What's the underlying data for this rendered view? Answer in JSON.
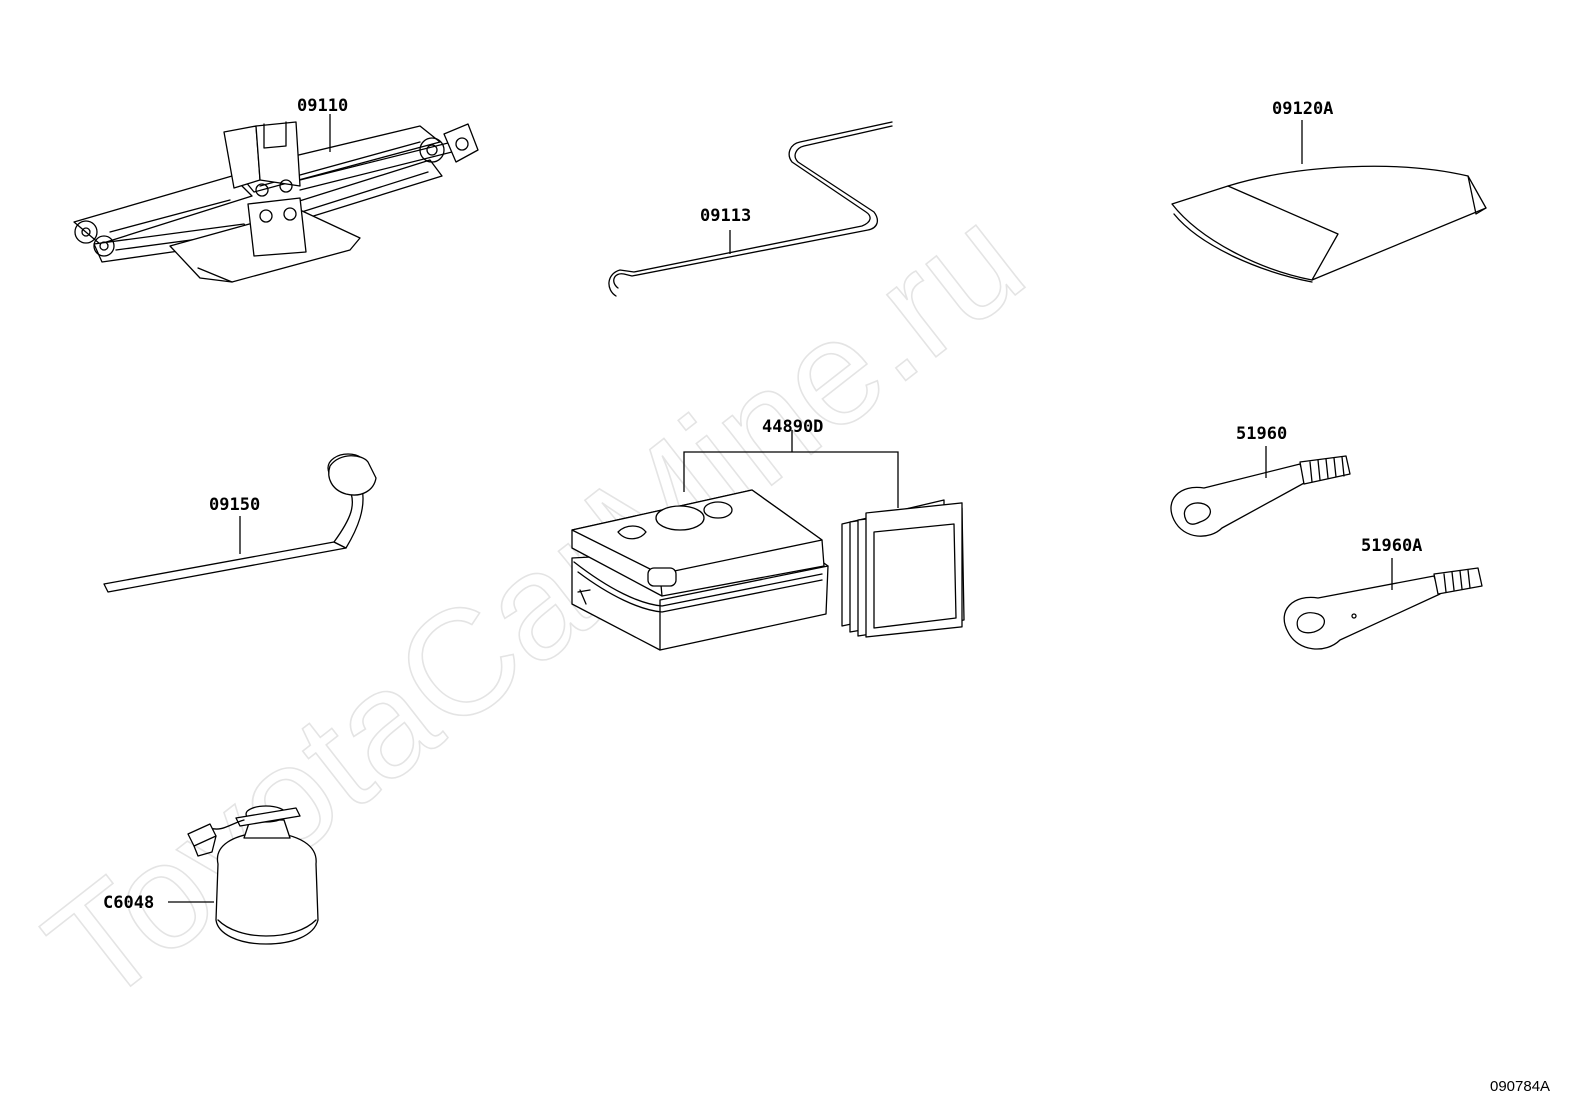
{
  "watermark": "ToyotaCarMine.ru",
  "figure_code": "090784A",
  "parts": {
    "jack": "09110",
    "jack_handle": "09113",
    "tool_bag": "09120A",
    "lug_wrench": "09150",
    "repair_kit": "44890D",
    "towing_eye": "51960",
    "towing_eye_a": "51960A",
    "canister": "C6048"
  }
}
